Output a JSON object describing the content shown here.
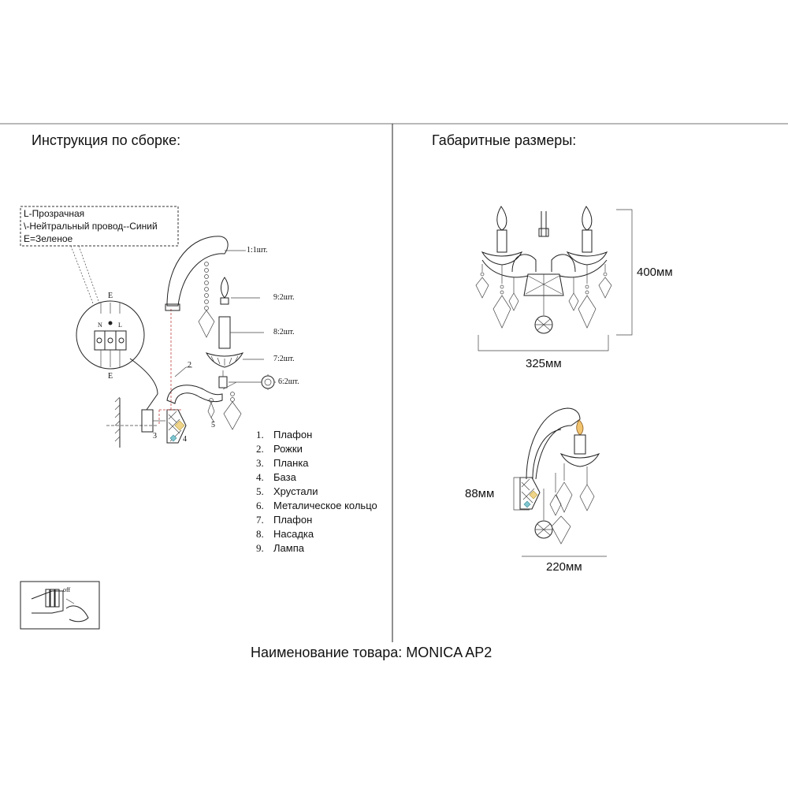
{
  "left_panel": {
    "heading": "Инструкция по сборке:",
    "wiring_note": [
      "L-Прозрачная",
      "\\-Нейтральный провод--Синий",
      "E=Зеленое"
    ],
    "terminal_labels": [
      "E",
      "N",
      "L",
      "E"
    ],
    "quantities": [
      "1:1шт.",
      "9:2шт.",
      "8:2шт.",
      "7:2шт.",
      "6:2шт."
    ],
    "callouts": [
      "2",
      "3",
      "4",
      "5"
    ],
    "switch_label": "off"
  },
  "parts_list": [
    {
      "num": "1.",
      "name": "Плафон"
    },
    {
      "num": "2.",
      "name": "Рожки"
    },
    {
      "num": "3.",
      "name": "Планка"
    },
    {
      "num": "4.",
      "name": "База"
    },
    {
      "num": "5.",
      "name": "Хрустали"
    },
    {
      "num": "6.",
      "name": "Металическое кольцо"
    },
    {
      "num": "7.",
      "name": "Плафон"
    },
    {
      "num": "8.",
      "name": "Насадка"
    },
    {
      "num": "9.",
      "name": "Лампа"
    }
  ],
  "right_panel": {
    "heading": "Габаритные размеры:",
    "height": "400мм",
    "width_front": "325мм",
    "depth_base": "88мм",
    "width_side": "220мм"
  },
  "footer": {
    "product_name": "Наименование товара: MONICA AP2"
  }
}
